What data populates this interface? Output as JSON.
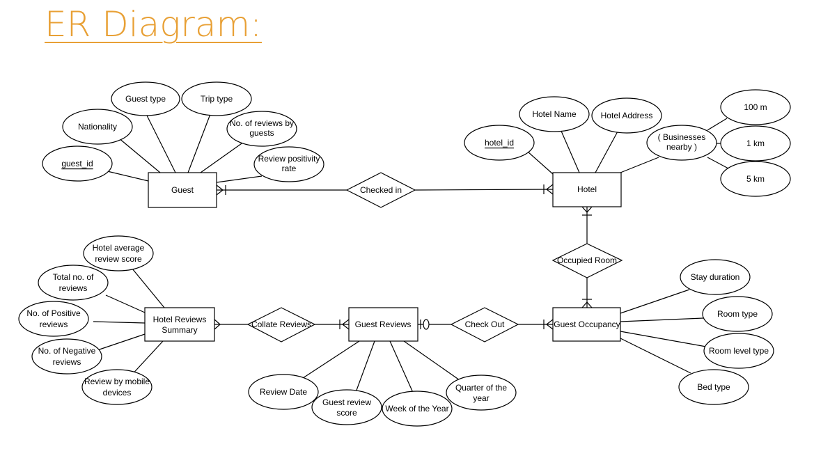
{
  "title": "ER Diagram:",
  "colors": {
    "title": "#E8A035",
    "line": "#000000",
    "fill": "#ffffff"
  },
  "entities": {
    "guest": "Guest",
    "hotel": "Hotel",
    "hotel_reviews_summary": [
      "Hotel Reviews",
      "Summary"
    ],
    "guest_reviews": "Guest Reviews",
    "guest_occupancy": "Guest Occupancy"
  },
  "relationships": {
    "checked_in": "Checked in",
    "occupied_room": "Occupied Room",
    "collate_reviews": "Collate Reviews",
    "check_out": "Check Out"
  },
  "attributes": {
    "guest_id": "guest_id",
    "nationality": "Nationality",
    "guest_type": "Guest type",
    "trip_type": "Trip type",
    "no_reviews_by_guests": [
      "No. of reviews by",
      "guests"
    ],
    "review_positivity_rate": [
      "Review positivity",
      "rate"
    ],
    "hotel_id": "hotel_id",
    "hotel_name": "Hotel Name",
    "hotel_address": "Hotel Address",
    "businesses_nearby": [
      "( Businesses",
      "nearby )"
    ],
    "dist_100m": "100 m",
    "dist_1km": "1 km",
    "dist_5km": "5 km",
    "hotel_average_review_score": [
      "Hotel average",
      "review score"
    ],
    "total_no_of_reviews": [
      "Total no. of",
      "reviews"
    ],
    "no_of_positive_reviews": [
      "No. of Positive",
      "reviews"
    ],
    "no_of_negative_reviews": [
      "No. of Negative",
      "reviews"
    ],
    "review_by_mobile_devices": [
      "Review by mobile",
      "devices"
    ],
    "review_date": "Review Date",
    "guest_review_score": [
      "Guest review",
      "score"
    ],
    "week_of_the_year": "Week of the Year",
    "quarter_of_the_year": [
      "Quarter of the",
      "year"
    ],
    "stay_duration": "Stay duration",
    "room_type": "Room type",
    "room_level_type": "Room level type",
    "bed_type": "Bed type"
  }
}
